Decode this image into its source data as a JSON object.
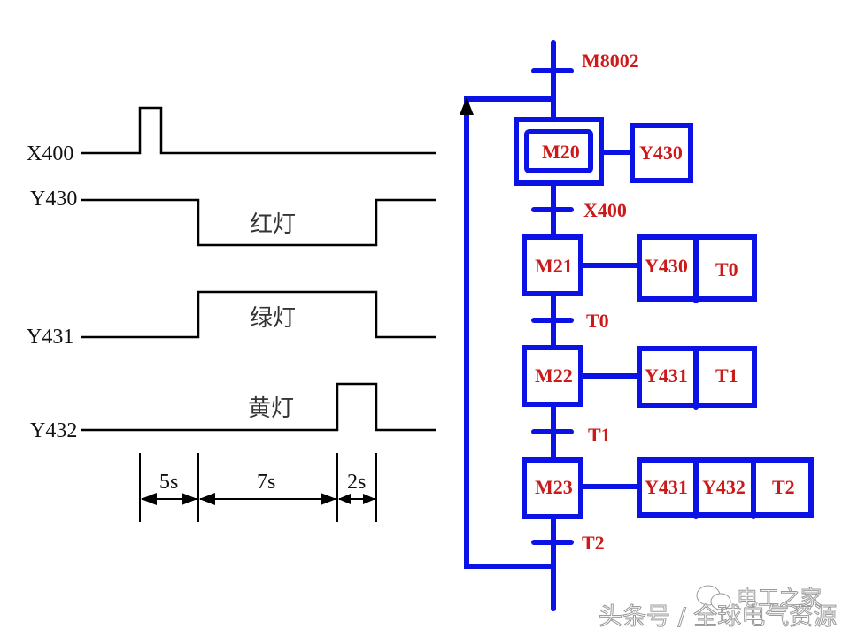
{
  "timing_diagram": {
    "signals": [
      {
        "name": "X400",
        "lamp": ""
      },
      {
        "name": "Y430",
        "lamp": "红灯"
      },
      {
        "name": "Y431",
        "lamp": "绿灯"
      },
      {
        "name": "Y432",
        "lamp": "黄灯"
      }
    ],
    "durations": [
      "5s",
      "7s",
      "2s"
    ]
  },
  "sfc": {
    "initial_transition": "M8002",
    "steps": [
      {
        "name": "M20",
        "initial": true,
        "actions": [
          "Y430"
        ],
        "transition": "X400"
      },
      {
        "name": "M21",
        "initial": false,
        "actions": [
          "Y430",
          "T0"
        ],
        "transition": "T0"
      },
      {
        "name": "M22",
        "initial": false,
        "actions": [
          "Y431",
          "T1"
        ],
        "transition": "T1"
      },
      {
        "name": "M23",
        "initial": false,
        "actions": [
          "Y431",
          "Y432",
          "T2"
        ],
        "transition": "T2"
      }
    ],
    "colors": {
      "line": "#0a12e6",
      "text": "#cc1a1a"
    }
  },
  "watermark": {
    "line1": "电工之家",
    "line2": "头条号 / 全球电气资源"
  }
}
